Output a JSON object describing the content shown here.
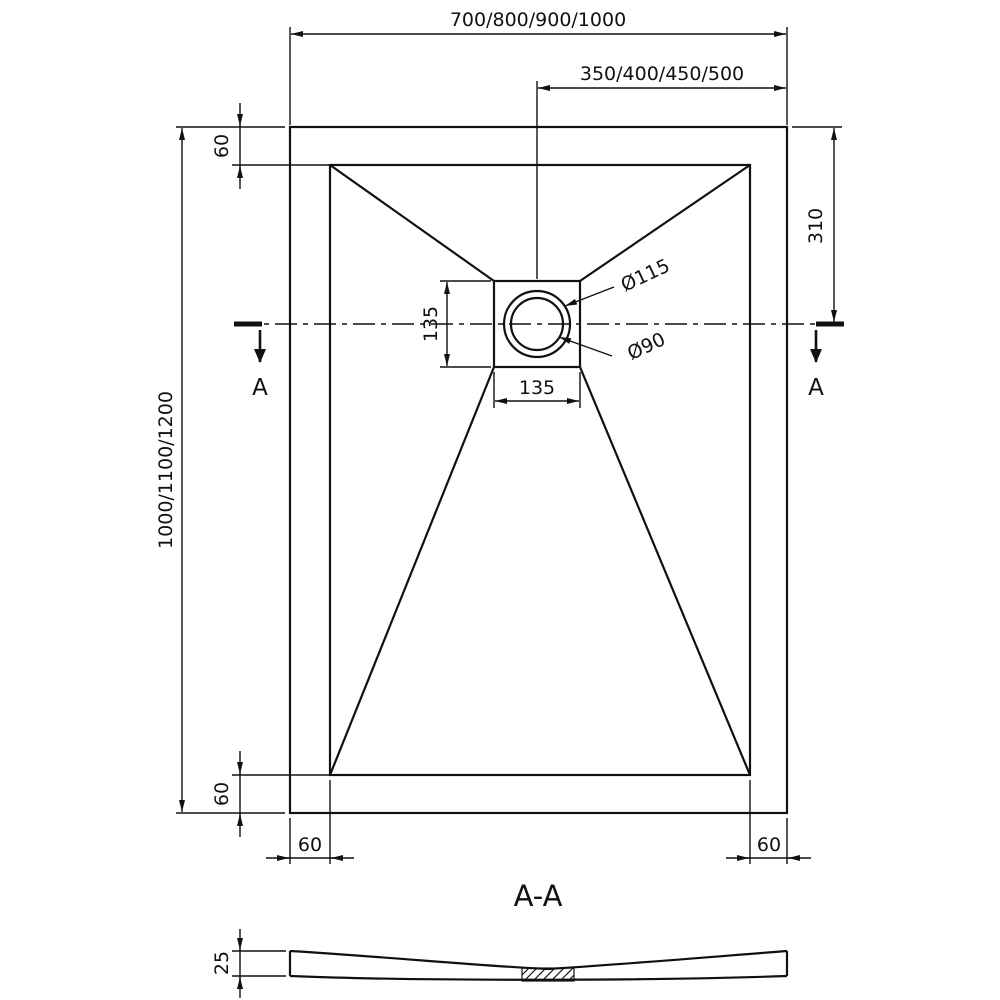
{
  "colors": {
    "line": "#111111",
    "background": "#ffffff"
  },
  "plan": {
    "dim_overall_width": "700/800/900/1000",
    "dim_center_to_right": "350/400/450/500",
    "dim_overall_length": "1000/1100/1200",
    "dim_top_inset": "60",
    "dim_bottom_inset": "60",
    "dim_left_inset": "60",
    "dim_right_inset": "60",
    "dim_drain_offset": "310",
    "dim_drain_height": "135",
    "dim_drain_width": "135",
    "label_outer_diameter": "Ø115",
    "label_inner_diameter": "Ø90",
    "section_mark_left": "A",
    "section_mark_right": "A"
  },
  "section": {
    "title": "A-A",
    "dim_thickness": "25"
  }
}
